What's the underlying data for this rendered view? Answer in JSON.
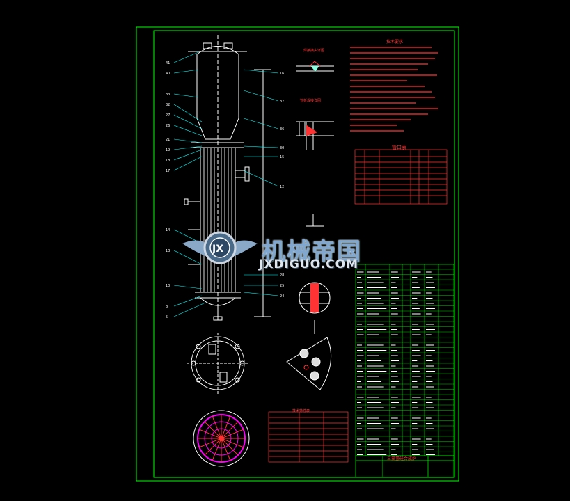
{
  "watermark": {
    "main": "机械帝国",
    "sub": "JXDIGUO.COM",
    "emblem": "JX"
  },
  "sheet": {
    "notes_heading": "技术要求",
    "parts_table_heading": "管口表",
    "drawing_title": "三氯氢硅合成炉",
    "design_data_heading": "技术特性表",
    "detail_a_label": "焊接接头详图",
    "detail_b_label": "管板焊接详图"
  },
  "colors": {
    "background": "#000000",
    "frame": "#00ff00",
    "drawing": "#ffffff",
    "annotation": "#ff3333",
    "hatch": "#ff00ff",
    "leader": "#00ffff"
  }
}
